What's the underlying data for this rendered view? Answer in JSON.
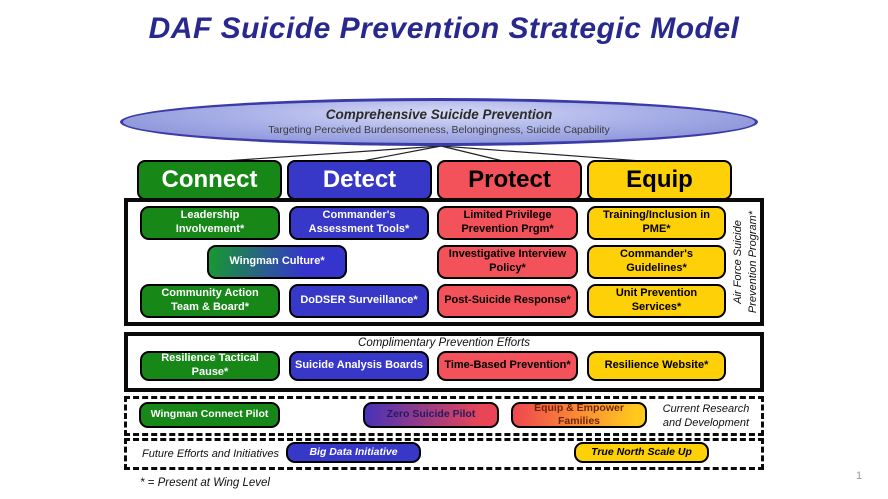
{
  "title": "DAF Suicide Prevention Strategic Model",
  "page_number": "1",
  "footnote": "* = Present at Wing Level",
  "ellipse": {
    "title": "Comprehensive Suicide Prevention",
    "subtitle": "Targeting Perceived Burdensomeness, Belongingness, Suicide Capability"
  },
  "pillars": {
    "connect": "Connect",
    "detect": "Detect",
    "protect": "Protect",
    "equip": "Equip"
  },
  "program_box": {
    "vertical_label": {
      "line1": "Air Force Suicide",
      "line2": "Prevention Program*"
    },
    "row1": {
      "c1": "Leadership Involvement*",
      "c2": "Commander's Assessment Tools*",
      "c3": "Limited Privilege Prevention Prgm*",
      "c4": "Training/Inclusion in PME*"
    },
    "row2": {
      "c1": "Wingman Culture*",
      "c3": "Investigative Interview Policy*",
      "c4": "Commander's Guidelines*"
    },
    "row3": {
      "c1": "Community Action Team & Board*",
      "c2": "DoDSER Surveillance*",
      "c3": "Post-Suicide Response*",
      "c4": "Unit Prevention Services*"
    }
  },
  "complimentary": {
    "title": "Complimentary Prevention Efforts",
    "c1": "Resilience Tactical Pause*",
    "c2": "Suicide Analysis Boards",
    "c3": "Time-Based Prevention*",
    "c4": "Resilience Website*"
  },
  "research": {
    "label_line1": "Current Research",
    "label_line2": "and Development",
    "c1": "Wingman Connect Pilot",
    "c2": "Zero Suicide Pilot",
    "c3": "Equip & Empower Families"
  },
  "future": {
    "label": "Future Efforts and Initiatives",
    "c1": "Big Data Initiative",
    "c2": "True North Scale Up"
  },
  "colors": {
    "green": "#178717",
    "blue": "#3737c8",
    "red": "#f4525a",
    "yellow": "#fdd008",
    "navy": "#28288e",
    "ellipseBorder": "#3a3aa8"
  }
}
